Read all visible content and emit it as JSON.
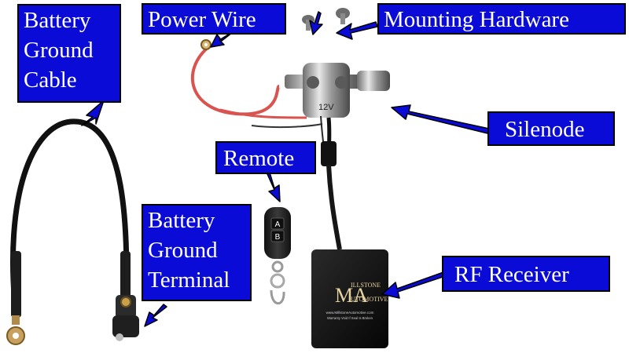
{
  "labels": {
    "battery_ground_cable": [
      "Battery",
      "Ground",
      "Cable"
    ],
    "power_wire": "Power Wire",
    "mounting_hardware": "Mounting Hardware",
    "silenode": "Silenode",
    "remote": "Remote",
    "battery_ground_terminal": [
      "Battery",
      "Ground",
      "Terminal"
    ],
    "rf_receiver": "RF Receiver"
  },
  "device_text": {
    "receiver_logo_letters": "MA",
    "receiver_brand_line1": "ILLSTONE",
    "receiver_brand_line2": "UTOMOTIVE",
    "receiver_website": "www.MillstoneAutomotive.com",
    "receiver_tagline": "Warranty Void If Seal Is Broken",
    "remote_button_a": "A",
    "remote_button_b": "B",
    "solenoid_marking": "12V"
  },
  "colors": {
    "label_fill": "#0b0bd8",
    "label_text": "#ffffff",
    "arrow_fill": "#0b0bd8",
    "wire_red": "#d9534f",
    "cable_black": "#1a1a1a"
  }
}
